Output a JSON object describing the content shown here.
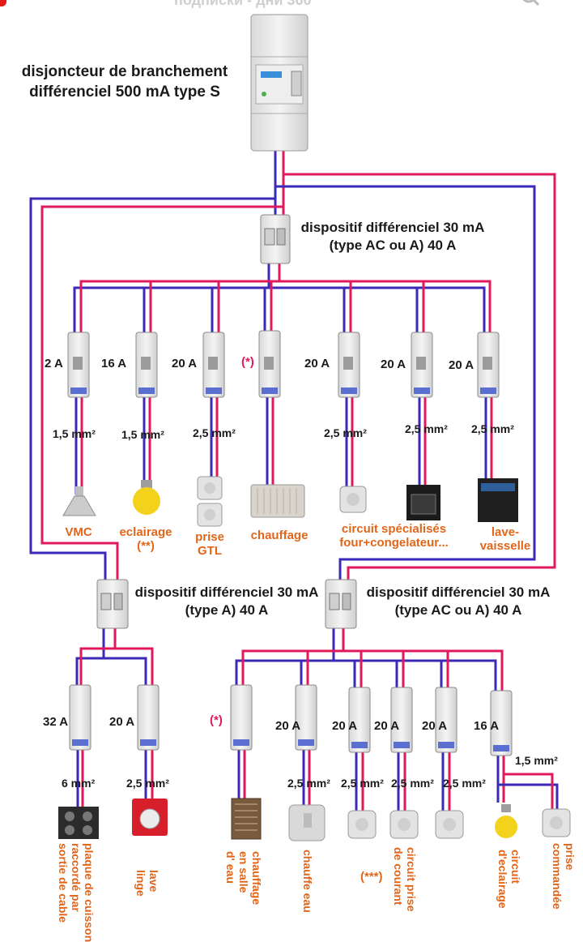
{
  "header": {
    "title": "подписки - дни 360"
  },
  "main_breaker": {
    "label_line1": "disjoncteur de branchement",
    "label_line2": "différenciel 500 mA type S"
  },
  "rcd_top": {
    "line1": "dispositif différenciel 30 mA",
    "line2": "(type AC ou A) 40 A"
  },
  "rcd_left": {
    "line1": "dispositif différenciel 30 mA",
    "line2": "(type A) 40 A"
  },
  "rcd_right": {
    "line1": "dispositif différenciel 30 mA",
    "line2": "(type AC ou A) 40 A"
  },
  "row1": [
    {
      "amp": "2 A",
      "section": "1,5 mm²",
      "use": "VMC"
    },
    {
      "amp": "16 A",
      "section": "1,5 mm²",
      "use": "eclairage\n(**)"
    },
    {
      "amp": "20 A",
      "section": "2,5 mm²",
      "use": "prise\nGTL"
    },
    {
      "amp": "(*)",
      "section": "",
      "use": "chauffage"
    },
    {
      "amp": "20 A",
      "section": "2,5 mm²",
      "use": "circuit spécialisés\nfour+congelateur..."
    },
    {
      "amp": "20 A",
      "section": "2,5 mm²",
      "use": ""
    },
    {
      "amp": "20 A",
      "section": "2,5 mm²",
      "use": "lave-\nvaisselle"
    }
  ],
  "row2_left": [
    {
      "amp": "32 A",
      "section": "6 mm²",
      "use": "plaque de cuisson\nraccordé par\nsortie de cable"
    },
    {
      "amp": "20 A",
      "section": "2,5 mm²",
      "use": "lave\nlinge"
    }
  ],
  "row2_right": [
    {
      "amp": "(*)",
      "section": "",
      "use": "chauffage\nen salle\nd' eau"
    },
    {
      "amp": "20 A",
      "section": "2,5 mm²",
      "use": "chauffe eau"
    },
    {
      "amp": "20 A",
      "section": "2,5 mm²",
      "use": "(***)"
    },
    {
      "amp": "20 A",
      "section": "2,5 mm²",
      "use": "circuit prise\nde courant"
    },
    {
      "amp": "20 A",
      "section": "2,5 mm²",
      "use": ""
    },
    {
      "amp": "16 A",
      "section": "1,5 mm²",
      "use": "circuit\nd'eclairage"
    }
  ],
  "extra": {
    "prise_commandee": "prise\ncommandée"
  },
  "colors": {
    "phase": "#e0195a",
    "neutral": "#3b2ab8",
    "label_orange": "#e0661a"
  }
}
